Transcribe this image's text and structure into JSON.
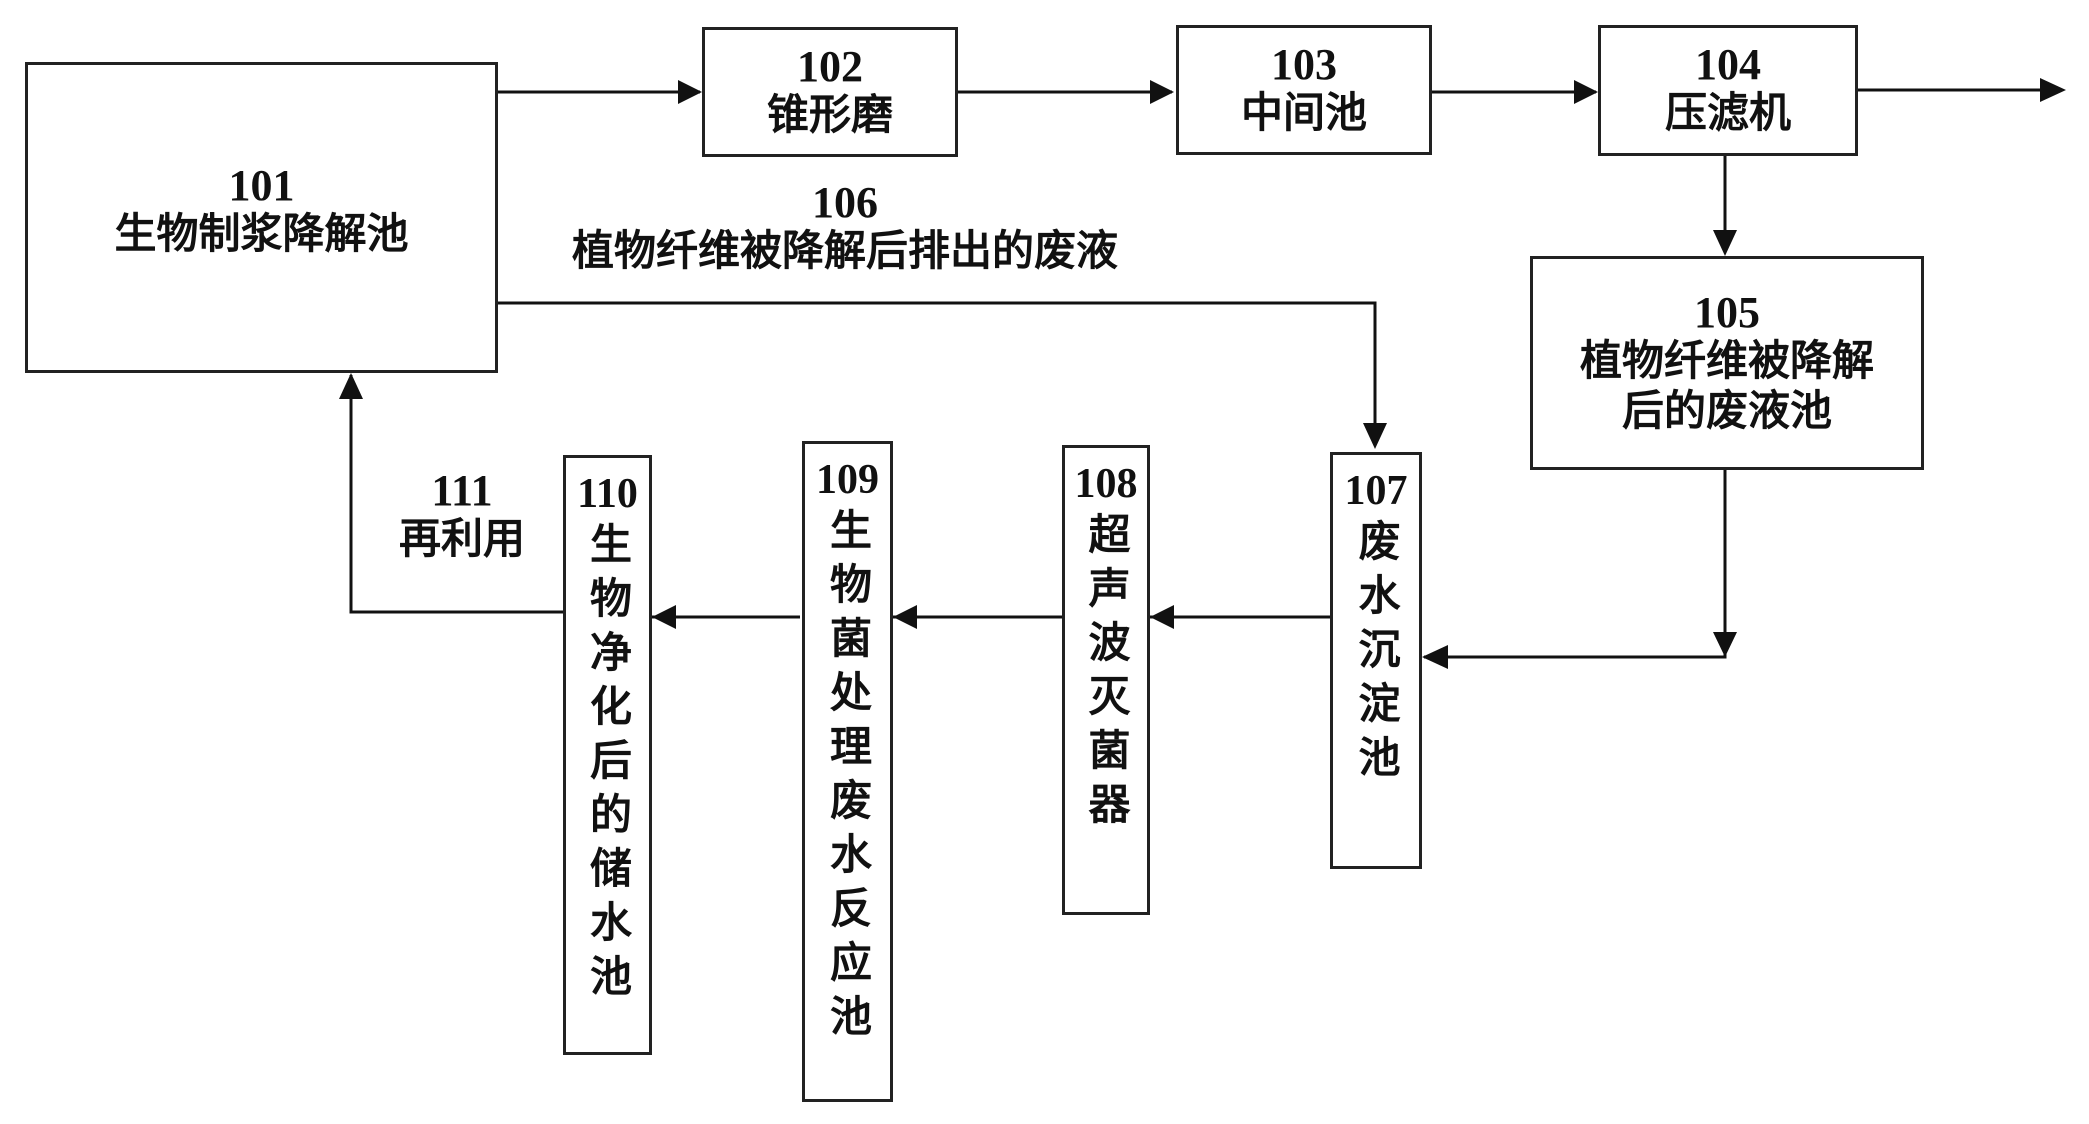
{
  "nodes": {
    "n101": {
      "num": "101",
      "label": "生物制浆降解池"
    },
    "n102": {
      "num": "102",
      "label": "锥形磨"
    },
    "n103": {
      "num": "103",
      "label": "中间池"
    },
    "n104": {
      "num": "104",
      "label": "压滤机"
    },
    "n105": {
      "num": "105",
      "label_line1": "植物纤维被降解",
      "label_line2": "后的废液池"
    },
    "n106": {
      "num": "106",
      "label": "植物纤维被降解后排出的废液"
    },
    "n107": {
      "num": "107",
      "label": "废水沉淀池"
    },
    "n108": {
      "num": "108",
      "label": "超声波灭菌器"
    },
    "n109": {
      "num": "109",
      "label": "生物菌处理废水反应池"
    },
    "n110": {
      "num": "110",
      "label": "生物净化后的储水池"
    },
    "n111": {
      "num": "111",
      "label": "再利用"
    }
  }
}
